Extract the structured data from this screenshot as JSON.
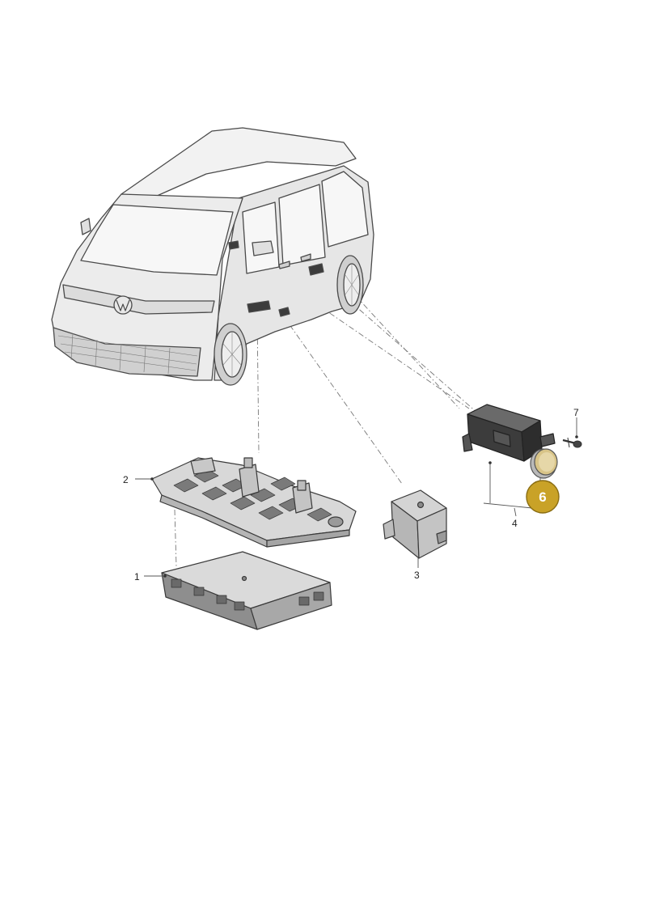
{
  "colors": {
    "body": "#ececec",
    "body_shade": "#d9d9d9",
    "outline": "#4a4a4a",
    "glass": "#f4f4f4",
    "dark_part": "#3c3c3c",
    "part_grey": "#cfcfcf",
    "badge": "#c9a227",
    "badge_ring": "#8a6d12",
    "leader": "#555555"
  },
  "callouts": [
    {
      "id": "1",
      "label": "1"
    },
    {
      "id": "2",
      "label": "2"
    },
    {
      "id": "3",
      "label": "3"
    },
    {
      "id": "4",
      "label": "4"
    },
    {
      "id": "7",
      "label": "7"
    }
  ],
  "highlight": {
    "label": "6"
  },
  "icons": [
    "vehicle-illustration",
    "control-unit-icon",
    "mounting-bracket-icon",
    "sensor-module-icon",
    "antenna-module-icon",
    "coin-battery-icon",
    "screw-icon"
  ]
}
